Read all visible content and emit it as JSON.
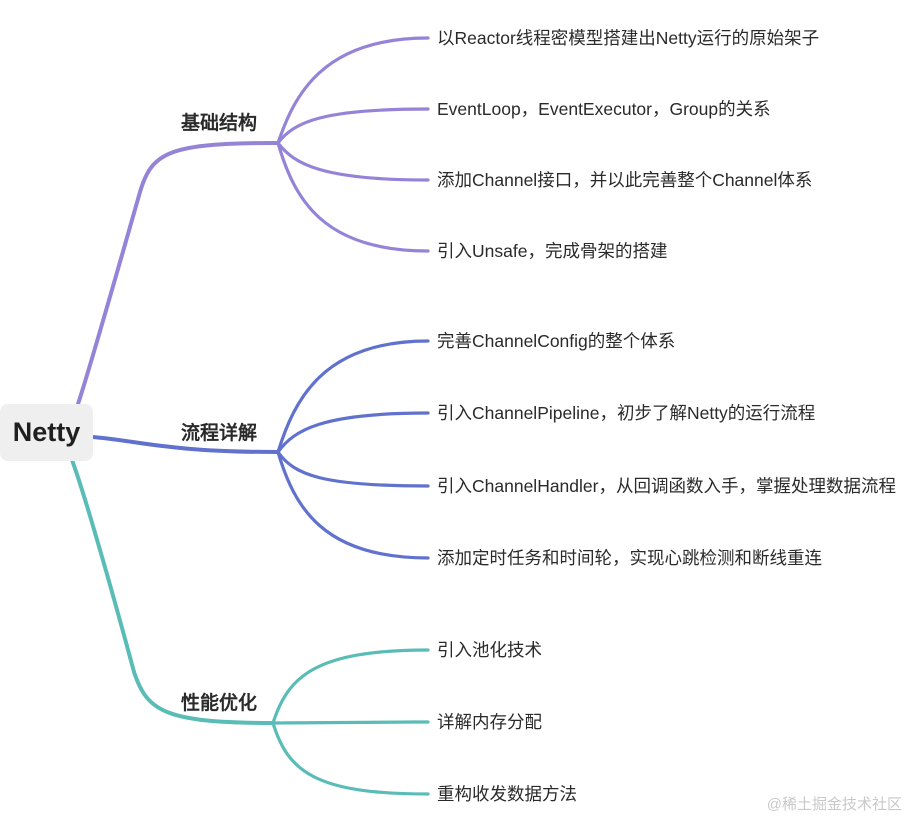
{
  "root": {
    "label": "Netty"
  },
  "branches": [
    {
      "label": "基础结构",
      "color": "#9583d8",
      "children": [
        "以Reactor线程密模型搭建出Netty运行的原始架子",
        "EventLoop，EventExecutor，Group的关系",
        "添加Channel接口，并以此完善整个Channel体系",
        "引入Unsafe，完成骨架的搭建"
      ]
    },
    {
      "label": "流程详解",
      "color": "#6072ce",
      "children": [
        "完善ChannelConfig的整个体系",
        "引入ChannelPipeline，初步了解Netty的运行流程",
        "引入ChannelHandler，从回调函数入手，掌握处理数据流程",
        "添加定时任务和时间轮，实现心跳检测和断线重连"
      ]
    },
    {
      "label": "性能优化",
      "color": "#5abcb6",
      "children": [
        "引入池化技术",
        "详解内存分配",
        "重构收发数据方法"
      ]
    }
  ],
  "watermark": "@稀土掘金技术社区",
  "colors": {
    "root_bg": "#efeff0",
    "text": "#2a2a2a",
    "watermark": "#c9c9c9",
    "background": "#ffffff"
  }
}
